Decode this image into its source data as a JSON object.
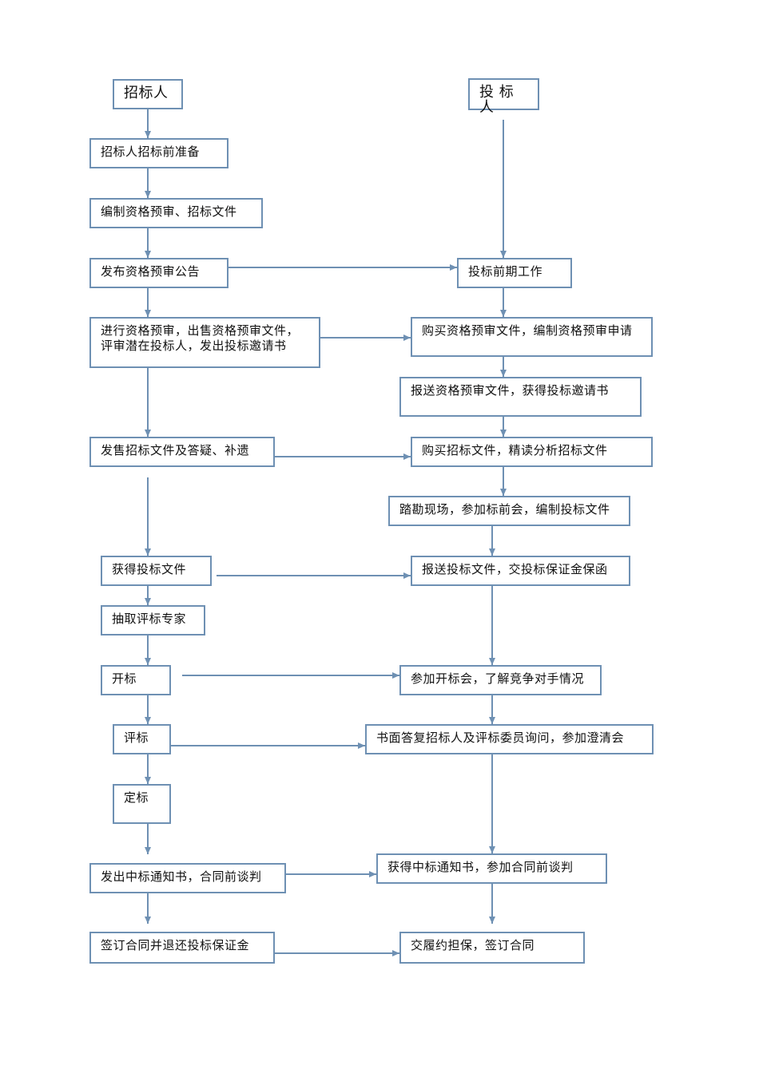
{
  "lanes": {
    "tenderer": "招标人",
    "bidder": "投 标 人"
  },
  "tenderer_steps": [
    "招标人招标前准备",
    "编制资格预审、招标文件",
    "发布资格预审公告",
    "进行资格预审，出售资格预审文件，评审潜在投标人，发出投标邀请书",
    "发售招标文件及答疑、补遗",
    "获得投标文件",
    "抽取评标专家",
    "开标",
    "评标",
    "定标",
    "发出中标通知书，合同前谈判",
    "签订合同并退还投标保证金"
  ],
  "bidder_steps": [
    "投标前期工作",
    "购买资格预审文件，编制资格预审申请",
    "报送资格预审文件，获得投标邀请书",
    "购买招标文件，精读分析招标文件",
    "踏勘现场，参加标前会，编制投标文件",
    "报送投标文件，交投标保证金保函",
    "参加开标会，了解竞争对手情况",
    "书面答复招标人及评标委员询问，参加澄清会",
    "获得中标通知书，参加合同前谈判",
    "交履约担保，签订合同"
  ],
  "colors": {
    "line": "#6e90b3",
    "text": "#111111"
  }
}
